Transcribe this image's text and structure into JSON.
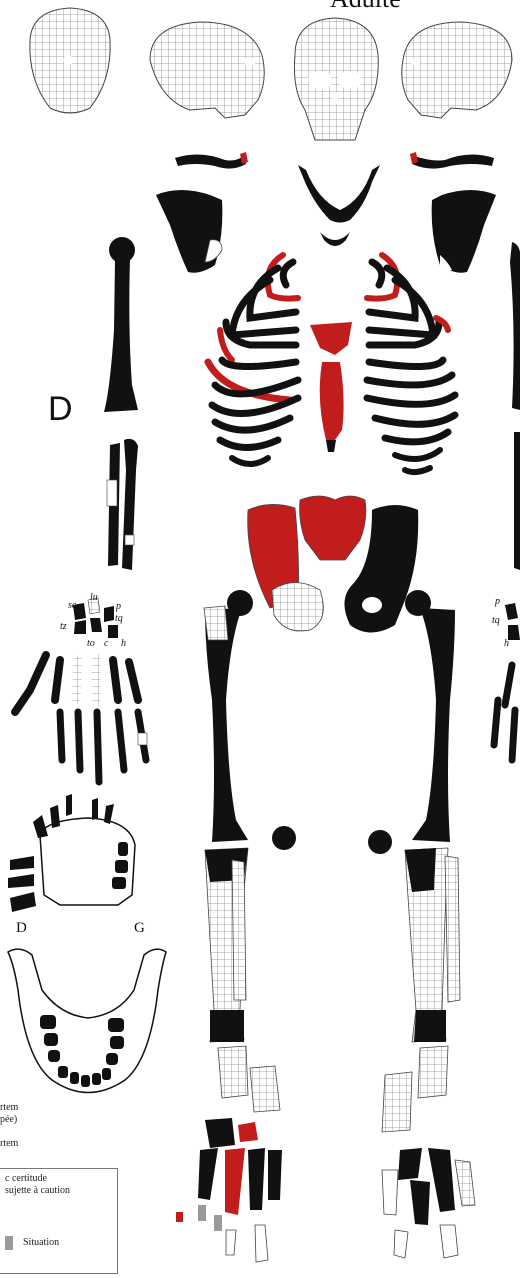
{
  "title": "Adulte",
  "side_labels": {
    "right_upper": "D",
    "jaw_right": "D",
    "jaw_left": "G"
  },
  "carpals": [
    "sc",
    "lu",
    "p",
    "tq",
    "tz",
    "to",
    "c",
    "h"
  ],
  "carpals_right_partial": [
    "p",
    "tq",
    "h"
  ],
  "legend_left": [
    "rtem",
    "pée)",
    "rtem"
  ],
  "legend_box": {
    "line1": "c certitude",
    "line2": "sujette à caution",
    "line3": "Situation"
  },
  "colors": {
    "present": "#111111",
    "highlight": "#c21d1d",
    "absent_grid": "#9a9a9a",
    "outline": "#444444"
  }
}
